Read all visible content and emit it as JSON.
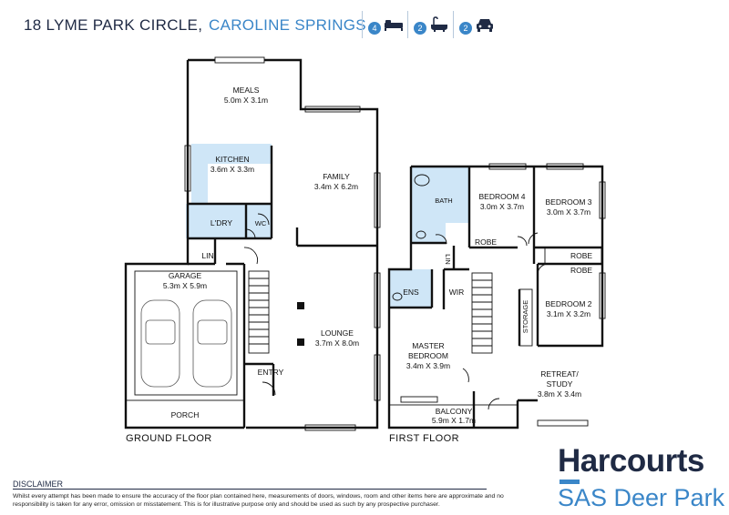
{
  "header": {
    "address_line": "18 LYME PARK CIRCLE,",
    "suburb": "CAROLINE SPRINGS",
    "features": [
      {
        "count": "4",
        "icon": "bed-icon"
      },
      {
        "count": "2",
        "icon": "bath-icon"
      },
      {
        "count": "2",
        "icon": "car-icon"
      }
    ]
  },
  "rooms": {
    "meals": {
      "name": "MEALS",
      "size": "5.0m X 3.1m"
    },
    "kitchen": {
      "name": "KITCHEN",
      "size": "3.6m X 3.3m"
    },
    "family": {
      "name": "FAMILY",
      "size": "3.4m X 6.2m"
    },
    "ldry": {
      "name": "L'DRY"
    },
    "wc": {
      "name": "WC"
    },
    "lin_ground": {
      "name": "LIN"
    },
    "garage": {
      "name": "GARAGE",
      "size": "5.3m X 5.9m"
    },
    "lounge": {
      "name": "LOUNGE",
      "size": "3.7m X 8.0m"
    },
    "entry": {
      "name": "ENTRY"
    },
    "porch": {
      "name": "PORCH"
    },
    "bath": {
      "name": "BATH"
    },
    "bedroom4": {
      "name": "BEDROOM 4",
      "size": "3.0m X 3.7m"
    },
    "bedroom3": {
      "name": "BEDROOM 3",
      "size": "3.0m X 3.7m"
    },
    "robe4": {
      "name": "ROBE"
    },
    "robe3": {
      "name": "ROBE"
    },
    "robe2": {
      "name": "ROBE"
    },
    "lin_first": {
      "name": "LIN"
    },
    "ens": {
      "name": "ENS"
    },
    "wir": {
      "name": "WIR"
    },
    "storage": {
      "name": "STORAGE"
    },
    "bedroom2": {
      "name": "BEDROOM 2",
      "size": "3.1m X 3.2m"
    },
    "master": {
      "name1": "MASTER",
      "name2": "BEDROOM",
      "size": "3.4m X 3.9m"
    },
    "retreat": {
      "name1": "RETREAT/",
      "name2": "STUDY",
      "size": "3.8m X 3.4m"
    },
    "balcony": {
      "name": "BALCONY",
      "size": "5.9m X 1.7m"
    }
  },
  "floors": {
    "ground": "GROUND FLOOR",
    "first": "FIRST FLOOR"
  },
  "disclaimer": {
    "title": "DISCLAIMER",
    "text": "Whilst every attempt has been made to ensure the accuracy of the floor plan contained here, measurements of doors, windows, room and other items here are approximate and no responsibility is taken for any error, omission or misstatement. This is for illustrative purpose only and should be used as such by any prospective purchaser."
  },
  "brand": {
    "name": "Harcourts",
    "office": "SAS Deer Park",
    "primary": "#1f2a44",
    "accent": "#3a86c8"
  },
  "colors": {
    "wet_area": "#cfe6f7",
    "wall": "#111111"
  }
}
